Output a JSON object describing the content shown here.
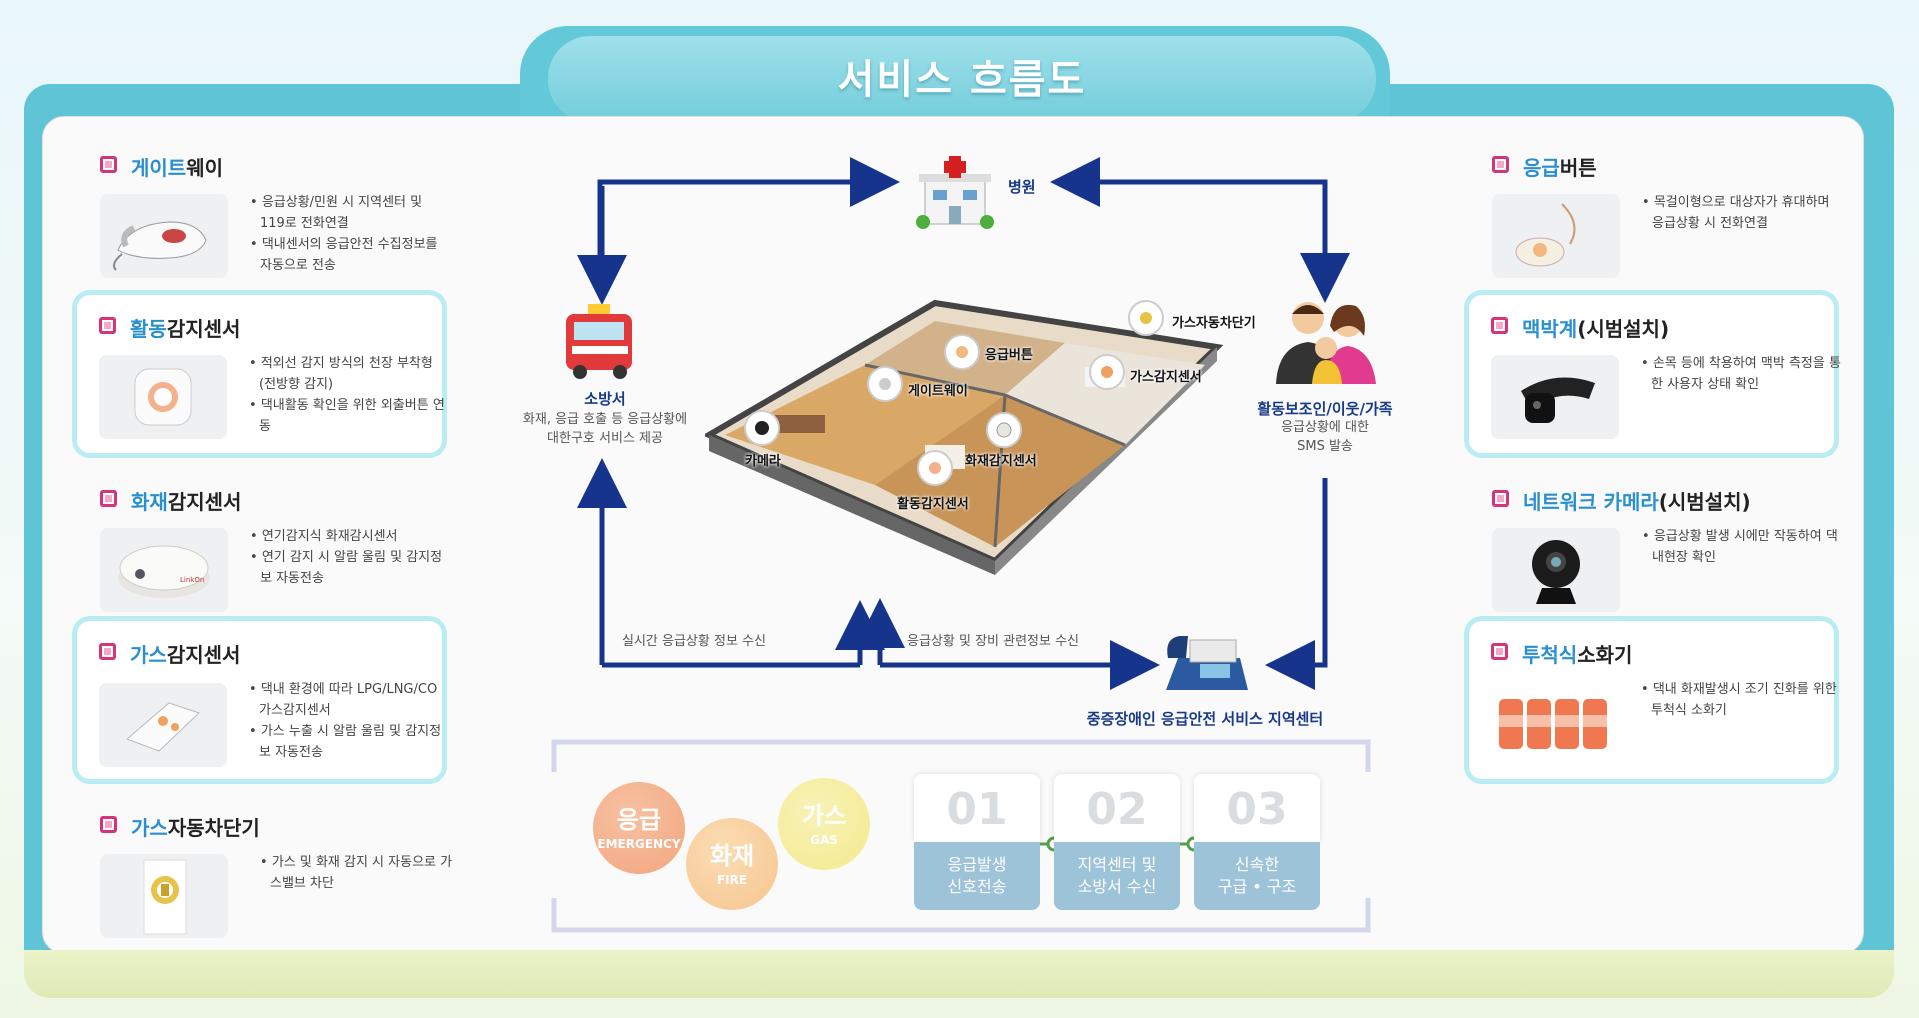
{
  "title": "서비스 흐름도",
  "left_cards": [
    {
      "hl": "게이트",
      "rest": "웨이",
      "desc": [
        "응급상황/민원 시 지역센터 및 119로 전화연결",
        "댁내센서의 응급안전 수집정보를 자동으로 전송"
      ]
    },
    {
      "hl": "활동",
      "rest": "감지센서",
      "desc": [
        "적외선 감지 방식의 천장 부착형(전방향 감지)",
        "댁내활동 확인을 위한 외출버튼 연동"
      ]
    },
    {
      "hl": "화재",
      "rest": "감지센서",
      "desc": [
        "연기감지식 화재감시센서",
        "연기 감지 시 알람 울림 및 감지정보 자동전송"
      ]
    },
    {
      "hl": "가스",
      "rest": "감지센서",
      "desc": [
        "댁내 환경에 따라 LPG/LNG/CO 가스감지센서",
        "가스 누출 시 알람 울림 및 감지정보 자동전송"
      ]
    },
    {
      "hl": "가스",
      "rest": "자동차단기",
      "desc": [
        "가스 및 화재 감지 시 자동으로 가스밸브 차단"
      ]
    }
  ],
  "right_cards": [
    {
      "hl": "응급",
      "rest": "버튼",
      "desc": [
        "목걸이형으로 대상자가 휴대하며 응급상황 시 전화연결"
      ]
    },
    {
      "hl": "맥박계",
      "rest": "(시범설치)",
      "desc": [
        "손목 등에 착용하여 맥박 측정을 통한 사용자 상태 확인"
      ]
    },
    {
      "hl": "네트워크 카메라",
      "rest": "(시범설치)",
      "desc": [
        "응급상황 발생 시에만 작동하여 댁내현장 확인"
      ]
    },
    {
      "hl": "투척식",
      "rest": "소화기",
      "desc": [
        "댁내 화재발생시 조기 진화를 위한 투척식 소화기"
      ]
    }
  ],
  "nodes": {
    "hospital": "병원",
    "fire_station": "소방서",
    "fire_station_desc": "화재, 응급 호출 등 응급상황에 대한구호 서비스 제공",
    "family": "활동보조인/이웃/가족",
    "family_desc": "응급상황에 대한 SMS 발송",
    "center": "중증장애인 응급안전 서비스 지역센터"
  },
  "flow_labels": {
    "left": "실시간 응급상황 정보 수신",
    "right": "응급상황 및 장비 관련정보 수신"
  },
  "house_tags": [
    "가스자동차단기",
    "응급버튼",
    "가스감지센서",
    "게이트웨이",
    "카메라",
    "화재감지센서",
    "활동감지센서"
  ],
  "circles": [
    {
      "kr": "응급",
      "en": "EMERGENCY",
      "color": "#f2a57e"
    },
    {
      "kr": "화재",
      "en": "FIRE",
      "color": "#f6c690"
    },
    {
      "kr": "가스",
      "en": "GAS",
      "color": "#f3ea8c"
    }
  ],
  "steps": [
    {
      "num": "01",
      "label": "응급발생\n신호전송"
    },
    {
      "num": "02",
      "label": "지역센터 및\n소방서 수신"
    },
    {
      "num": "03",
      "label": "신속한\n구급 • 구조"
    }
  ],
  "brand_text": "LinkOn"
}
